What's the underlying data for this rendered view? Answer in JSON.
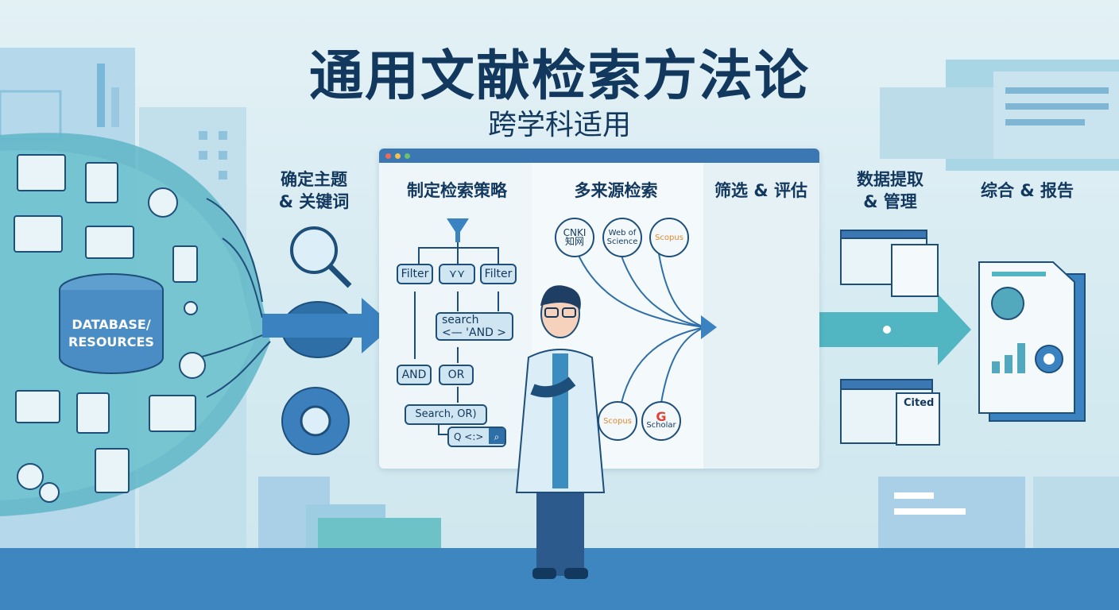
{
  "title": "通用文献检索方法论",
  "subtitle": "跨学科适用",
  "database": {
    "line1": "DATABASE/",
    "line2": "RESOURCES"
  },
  "steps": [
    {
      "line1": "确定主题",
      "line2": "& 关键词"
    },
    {
      "line1": "制定检索策略"
    },
    {
      "line1": "多来源检索"
    },
    {
      "line1": "筛选 & 评估"
    },
    {
      "line1": "数据提取",
      "line2": "& 管理"
    },
    {
      "line1": "综合 & 报告"
    }
  ],
  "strategy": {
    "filter_left": "Filter",
    "funnels": "⋎⋎",
    "filter_right": "Filter",
    "search_line1": "search",
    "search_line2": "<— 'AND >",
    "and": "AND",
    "or": "OR",
    "search_or": "Search, OR)",
    "search_bar": "Q <:>"
  },
  "sources": [
    {
      "line1": "CNKI",
      "line2": "知网"
    },
    {
      "line1": "Web of",
      "line2": "Science"
    },
    {
      "line1": "Scopus"
    },
    {
      "line1": "Scopus"
    },
    {
      "line1": "G",
      "line2": "Scholar"
    }
  ],
  "cited_label": "Cited",
  "colors": {
    "navy": "#12385e",
    "accent": "#3b78b3",
    "teal": "#4fb3c0",
    "bottom": "#3e86c0",
    "scopus": "#e08a2e"
  }
}
